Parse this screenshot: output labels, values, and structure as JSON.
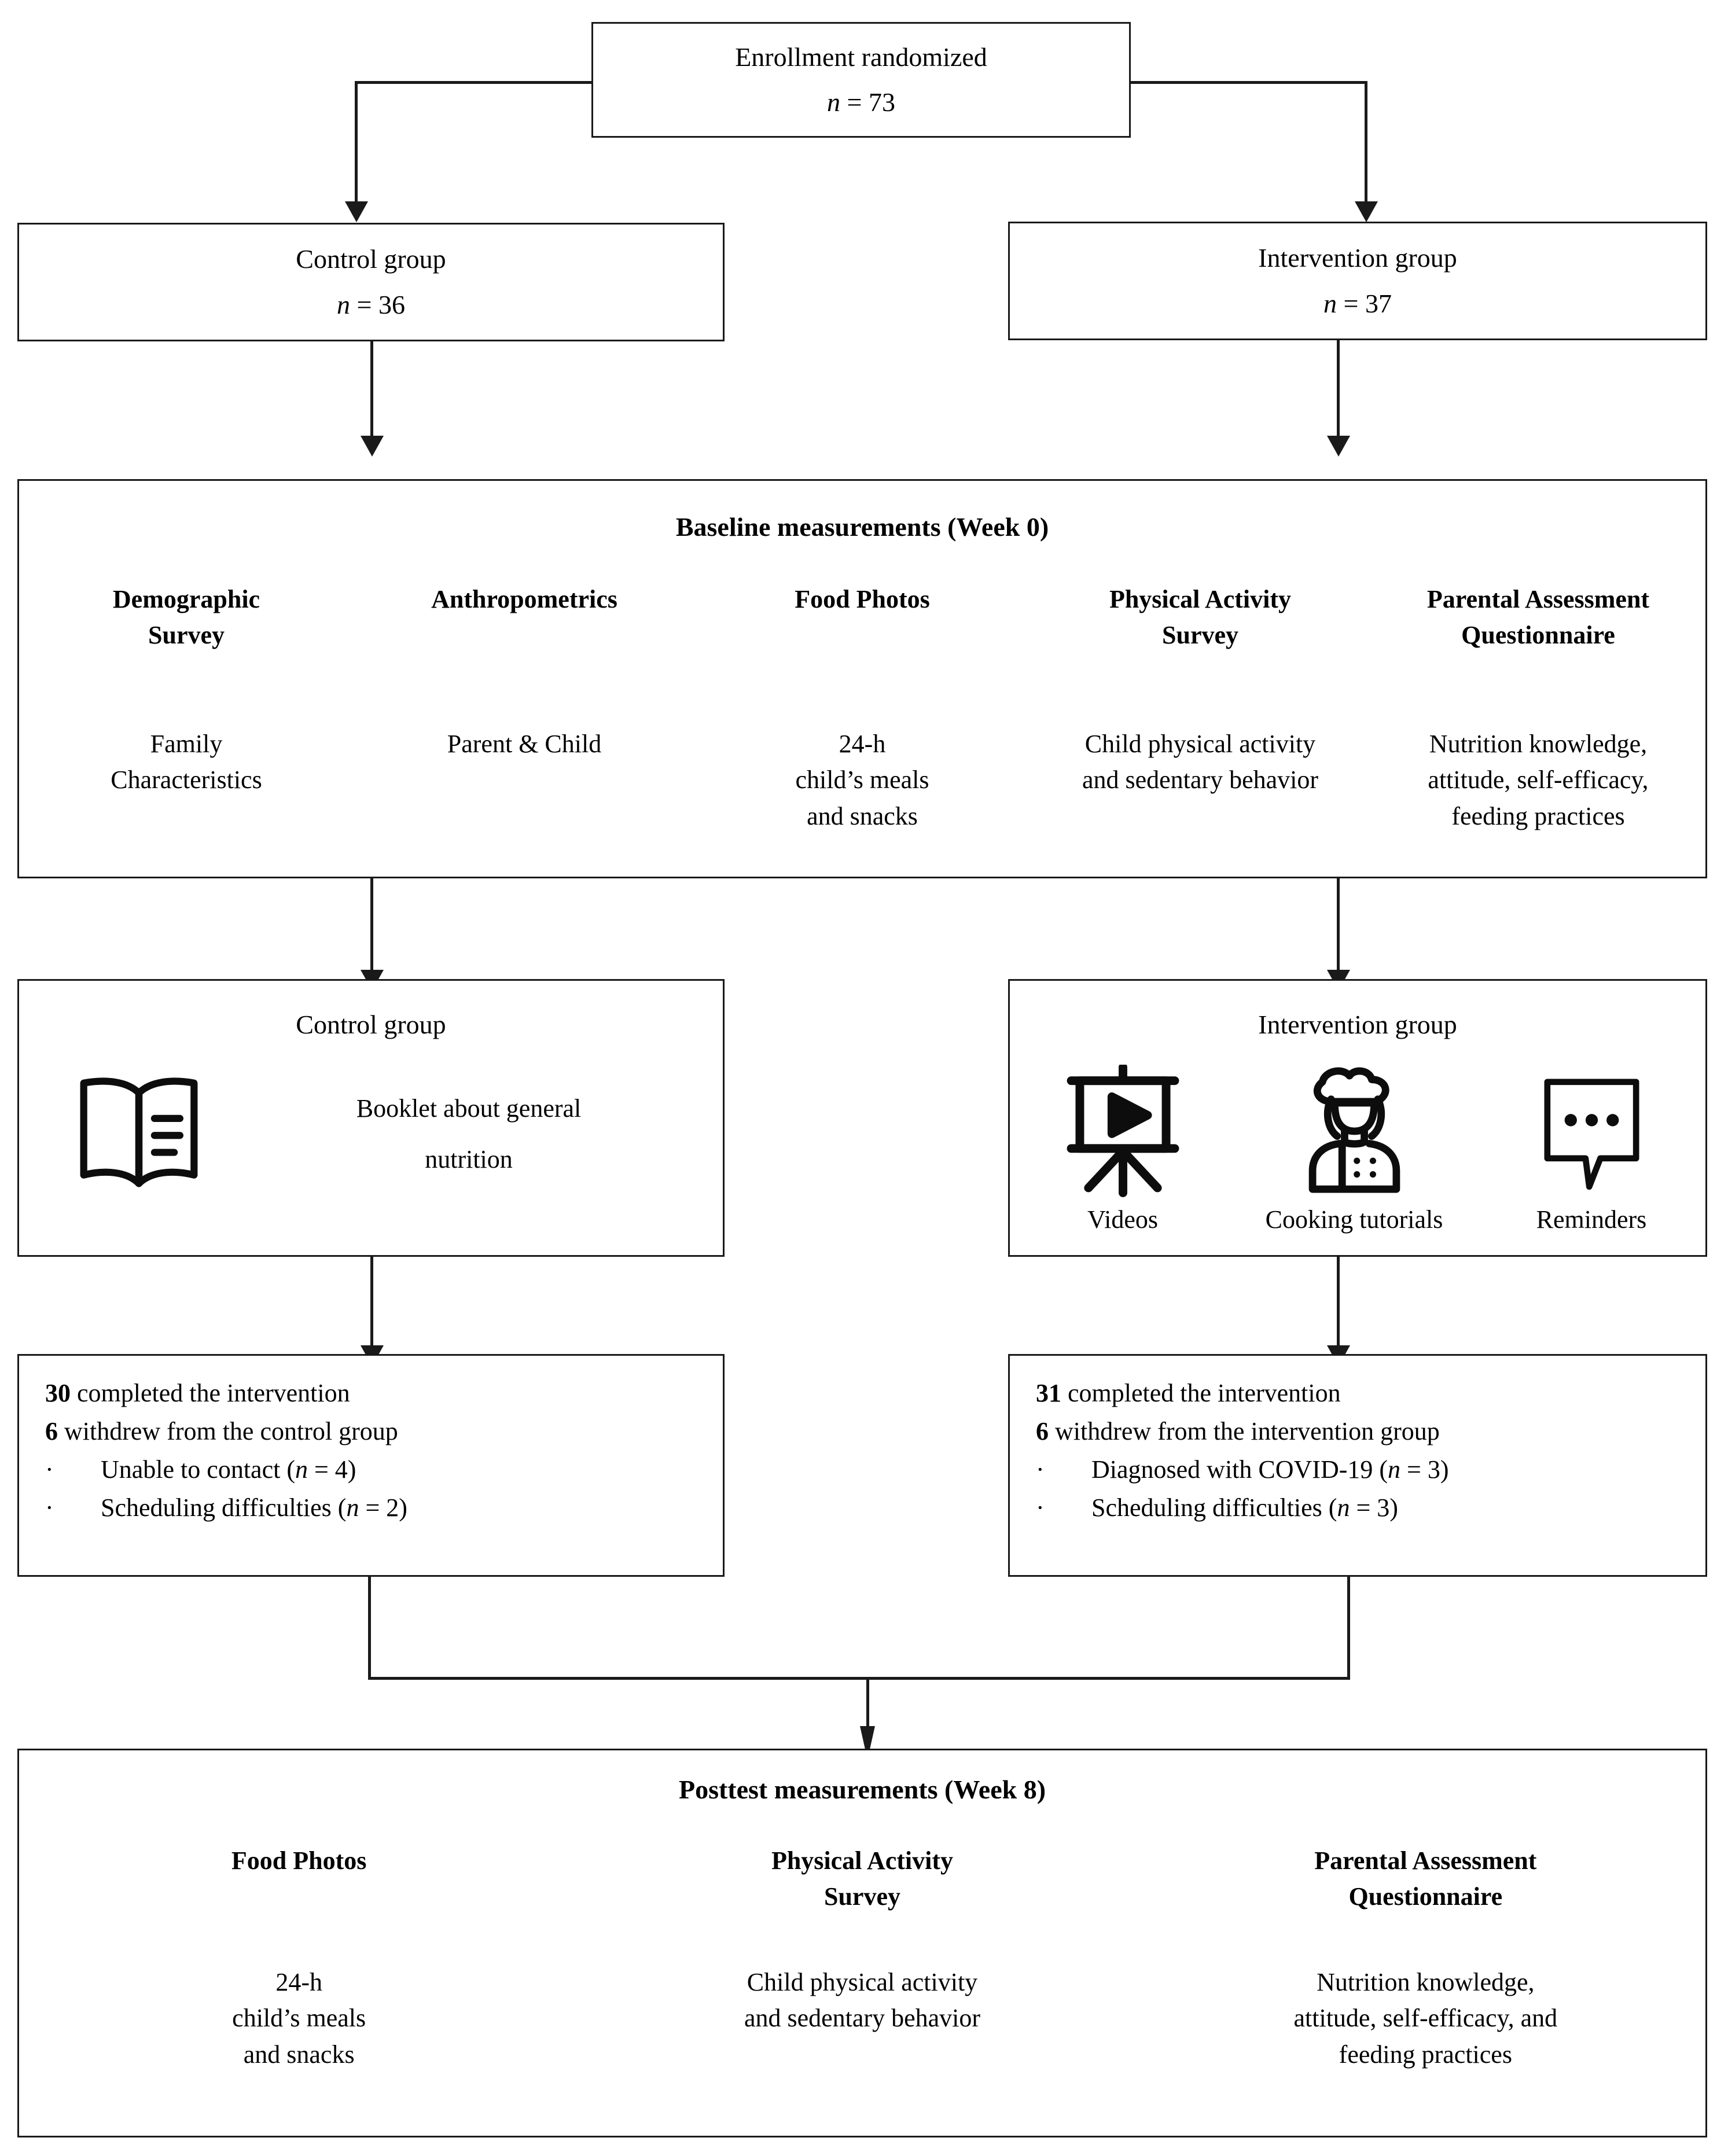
{
  "enrollment": {
    "title": "Enrollment randomized",
    "n_label": "n",
    "n_value": "= 73"
  },
  "arms": {
    "control": {
      "title": "Control group",
      "n_label": "n",
      "n_value": "= 36"
    },
    "intervention": {
      "title": "Intervention group",
      "n_label": "n",
      "n_value": "= 37"
    }
  },
  "baseline": {
    "title": "Baseline measurements (Week 0)",
    "columns": [
      {
        "header": "Demographic\nSurvey",
        "header_l1": "Demographic",
        "header_l2": "Survey",
        "body_l1": "Family",
        "body_l2": "Characteristics",
        "body_l3": ""
      },
      {
        "header_l1": "Anthropometrics",
        "header_l2": "",
        "body_l1": "Parent & Child",
        "body_l2": "",
        "body_l3": ""
      },
      {
        "header_l1": "Food Photos",
        "header_l2": "",
        "body_l1": "24-h",
        "body_l2": "child’s meals",
        "body_l3": "and snacks"
      },
      {
        "header_l1": "Physical Activity",
        "header_l2": "Survey",
        "body_l1": "Child physical activity",
        "body_l2": "and sedentary behavior",
        "body_l3": ""
      },
      {
        "header_l1": "Parental Assessment",
        "header_l2": "Questionnaire",
        "body_l1": "Nutrition knowledge,",
        "body_l2": "attitude, self-efficacy,",
        "body_l3": "feeding practices"
      }
    ]
  },
  "control_arm": {
    "title": "Control group",
    "body_l1": "Booklet about general",
    "body_l2": "nutrition",
    "icon": "open-book-icon"
  },
  "intervention_arm": {
    "title": "Intervention group",
    "icons": [
      {
        "name": "video-presentation-icon",
        "caption": "Videos"
      },
      {
        "name": "chef-icon",
        "caption": "Cooking tutorials"
      },
      {
        "name": "speech-bubble-icon",
        "caption": "Reminders"
      }
    ]
  },
  "completion": {
    "control": {
      "completed_count": "30",
      "completed_text": " completed the intervention",
      "withdrew_count": "6",
      "withdrew_text": " withdrew from the control group",
      "reasons": [
        {
          "bullet": "·",
          "text": "Unable to contact (",
          "n_label": "n",
          "n_value": " = 4)"
        },
        {
          "bullet": "·",
          "text": "Scheduling difficulties (",
          "n_label": "n",
          "n_value": " = 2)"
        }
      ]
    },
    "intervention": {
      "completed_count": "31",
      "completed_text": " completed the intervention",
      "withdrew_count": "6",
      "withdrew_text": " withdrew from the intervention group",
      "reasons": [
        {
          "bullet": "·",
          "text": "Diagnosed with COVID-19 (",
          "n_label": "n",
          "n_value": " = 3)"
        },
        {
          "bullet": "·",
          "text": "Scheduling difficulties (",
          "n_label": "n",
          "n_value": " = 3)"
        }
      ]
    }
  },
  "posttest": {
    "title": "Posttest measurements (Week 8)",
    "columns": [
      {
        "header_l1": "Food Photos",
        "header_l2": "",
        "body_l1": "24-h",
        "body_l2": "child’s meals",
        "body_l3": "and snacks"
      },
      {
        "header_l1": "Physical Activity",
        "header_l2": "Survey",
        "body_l1": "Child physical activity",
        "body_l2": "and sedentary behavior",
        "body_l3": ""
      },
      {
        "header_l1": "Parental Assessment",
        "header_l2": "Questionnaire",
        "body_l1": "Nutrition knowledge,",
        "body_l2": "attitude, self-efficacy, and",
        "body_l3": "feeding practices"
      }
    ]
  },
  "colors": {
    "line": "#1a1a1a",
    "background": "#ffffff",
    "text": "#000000"
  }
}
